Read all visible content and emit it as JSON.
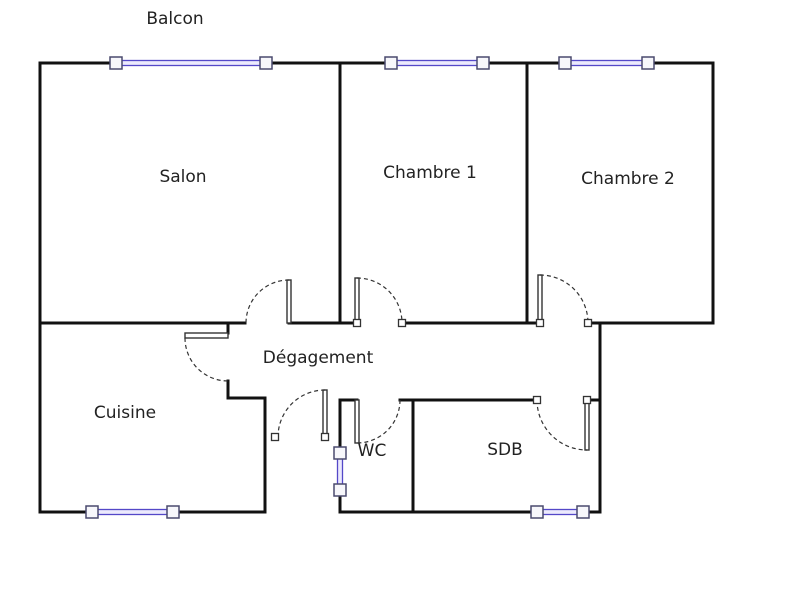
{
  "plan": {
    "outside_label": "Balcon",
    "rooms": {
      "salon": "Salon",
      "chambre_1": "Chambre 1",
      "chambre_2": "Chambre 2",
      "degagement": "Dégagement",
      "cuisine": "Cuisine",
      "wc": "WC",
      "sdb": "SDB"
    }
  },
  "colors": {
    "wall": "#111111",
    "window": "#5448c8",
    "background": "#ffffff"
  }
}
